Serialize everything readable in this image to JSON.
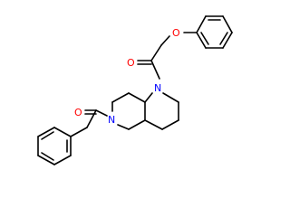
{
  "molecule": {
    "atoms": {
      "O1": {
        "symbol": "O",
        "color": "#ff0000"
      },
      "O2": {
        "symbol": "O",
        "color": "#ff0000"
      },
      "O3": {
        "symbol": "O",
        "color": "#ff0000"
      },
      "N1": {
        "symbol": "N",
        "color": "#0000ff"
      },
      "N2": {
        "symbol": "N",
        "color": "#0000ff"
      }
    },
    "bond_color": "#000000"
  }
}
